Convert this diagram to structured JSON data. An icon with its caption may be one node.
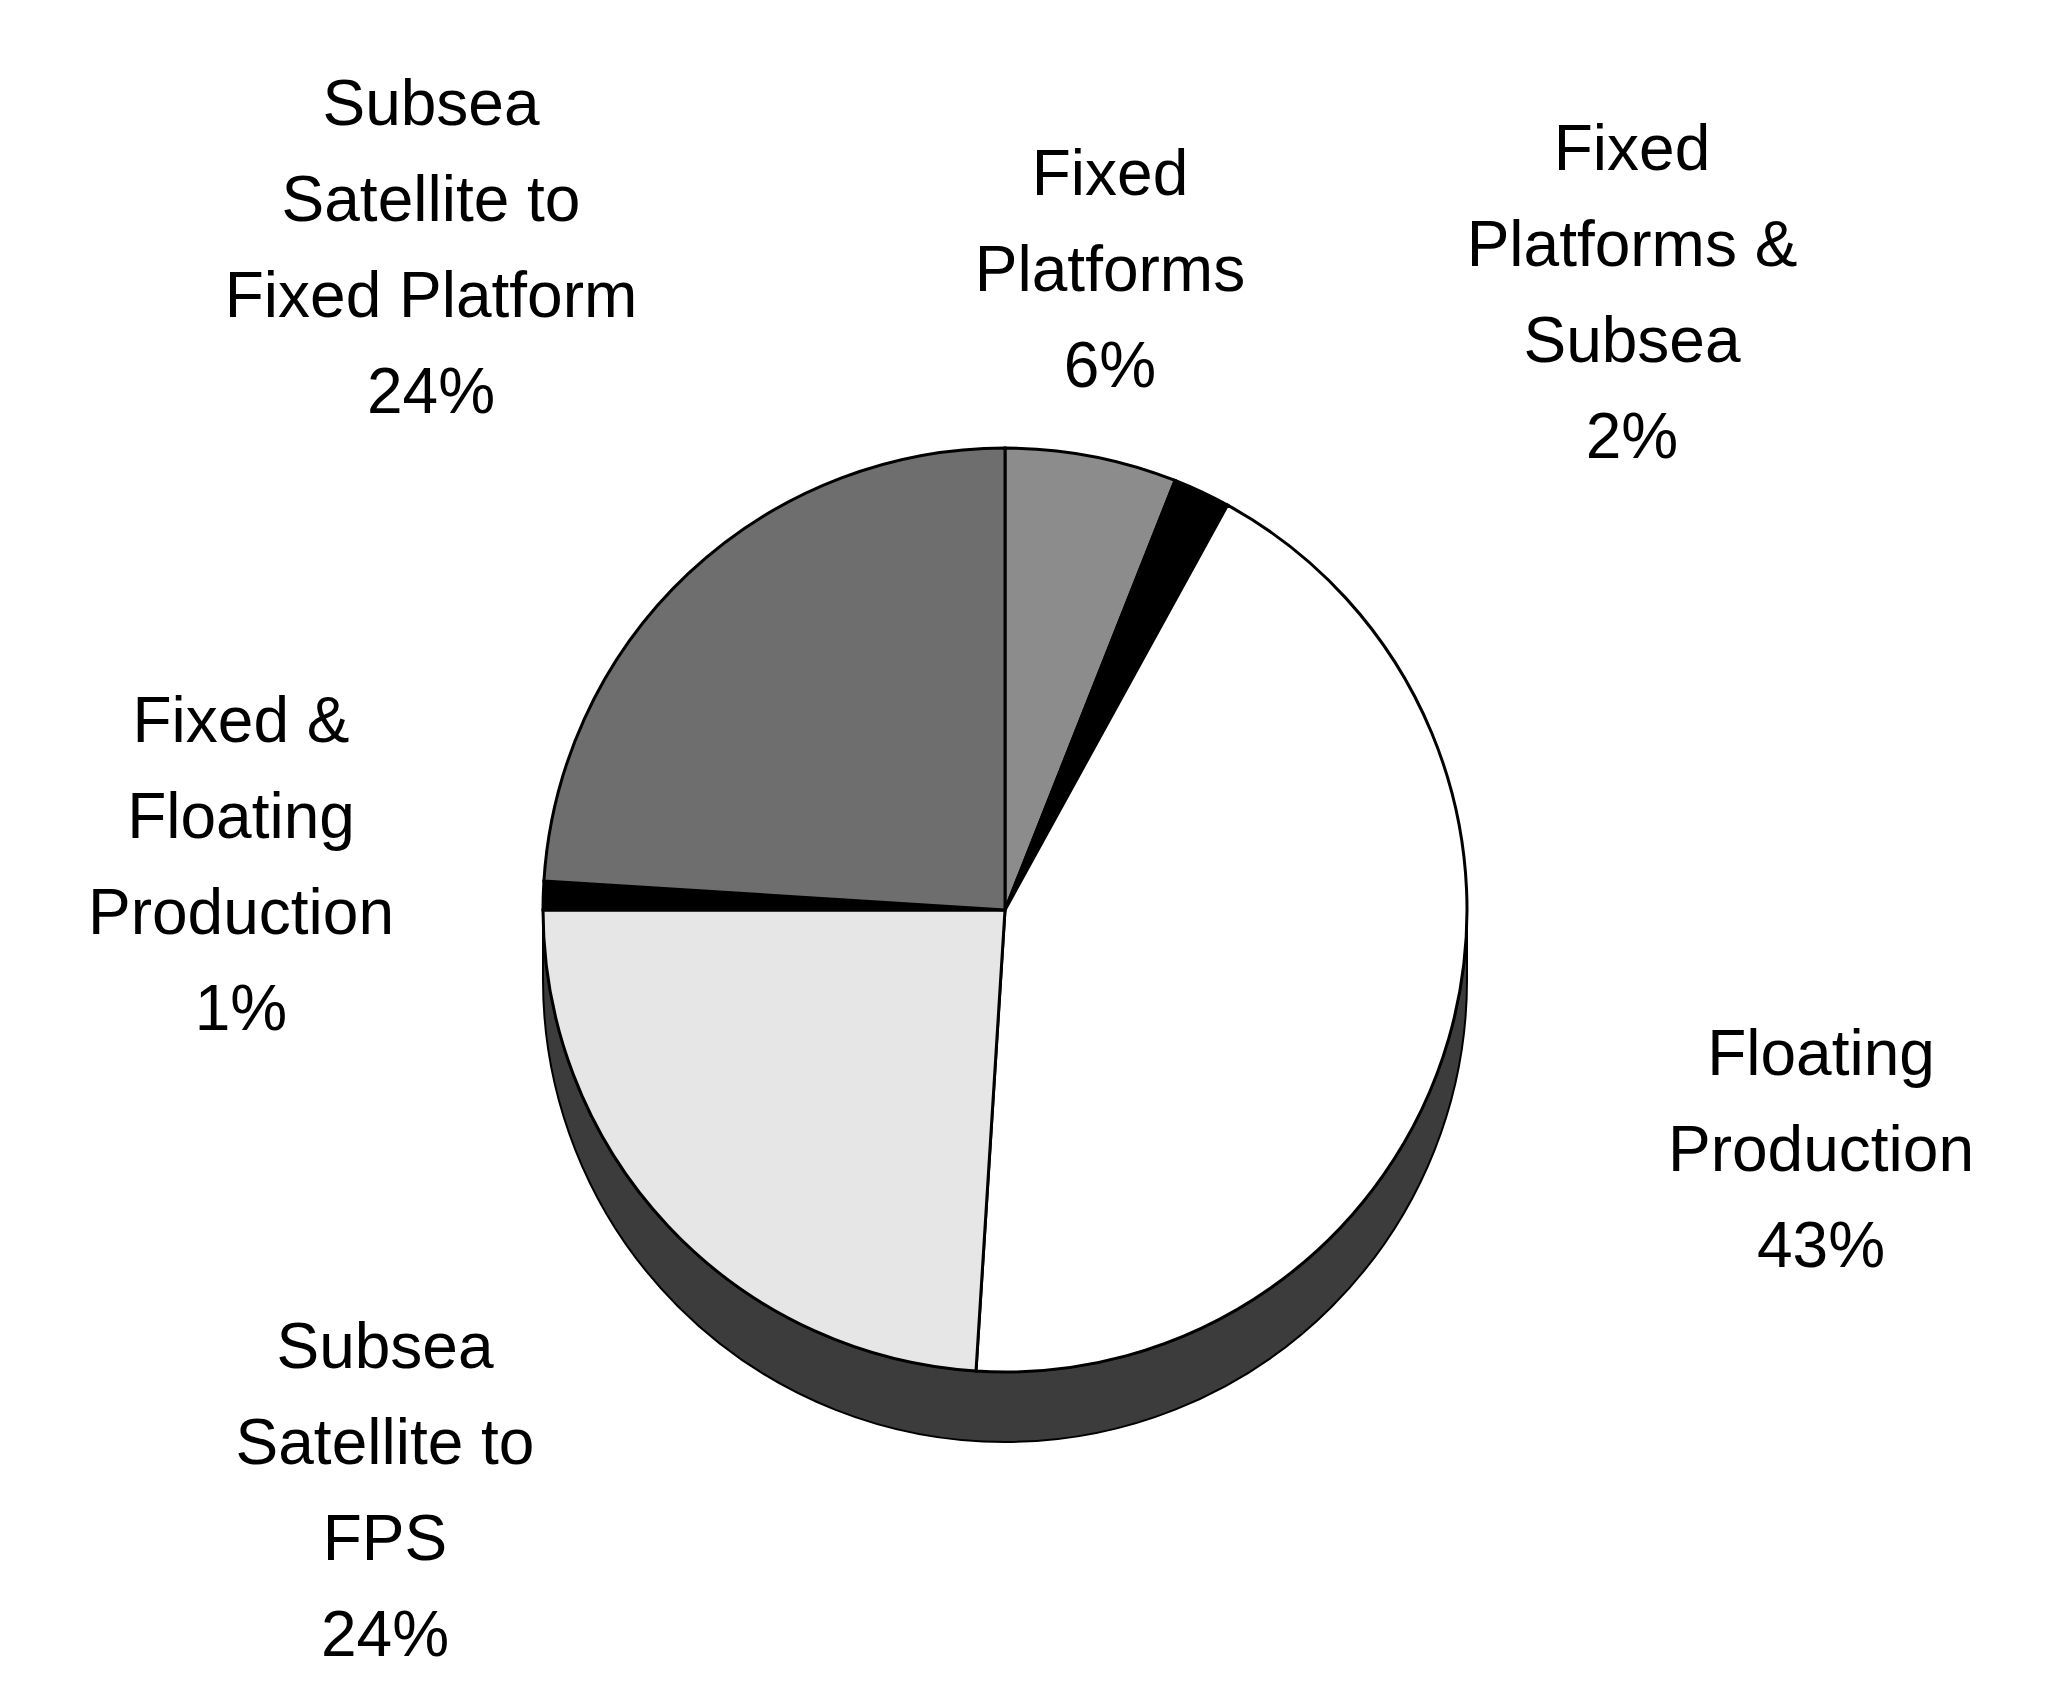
{
  "diagram": {
    "chart_data": {
      "type": "pie",
      "categories": [
        "Fixed Platforms",
        "Fixed Platforms & Subsea",
        "Floating Production",
        "Subsea Satellite to FPS",
        "Fixed & Floating Production",
        "Subsea Satellite to Fixed Platform"
      ],
      "values": [
        6,
        2,
        43,
        24,
        1,
        24
      ],
      "value_labels": [
        "6%",
        "2%",
        "43%",
        "24%",
        "1%",
        "24%"
      ]
    }
  }
}
